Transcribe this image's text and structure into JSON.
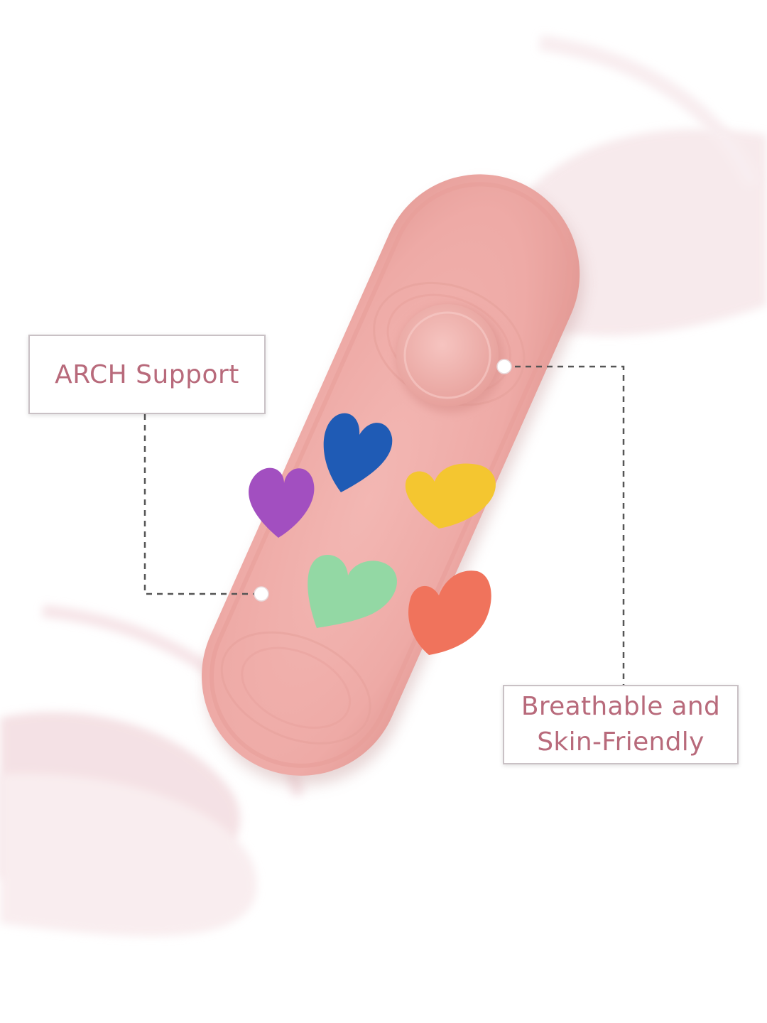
{
  "colors": {
    "background": "#ffffff",
    "swoosh": "#e9c7cd",
    "sock_base": "#efaeaa",
    "sock_shade": "#dd9590",
    "callout_text": "#b86a7b",
    "callout_border": "#c9c1c5",
    "connector": "#555555",
    "marker": "#ffffff",
    "hearts": {
      "purple": "#a24fc0",
      "blue": "#1f5bb5",
      "yellow": "#f4c630",
      "green": "#93d8a4",
      "orange": "#f0735c"
    }
  },
  "callouts": {
    "arch_support": "ARCH Support",
    "breathable_line1": "Breathable and",
    "breathable_line2": "Skin-Friendly"
  },
  "icons": {
    "sock": "pink-no-show-sock",
    "hearts": [
      "purple-heart",
      "blue-heart",
      "yellow-heart",
      "green-heart",
      "orange-heart"
    ],
    "markers": [
      "arch-marker-dot",
      "cushion-marker-dot"
    ]
  }
}
